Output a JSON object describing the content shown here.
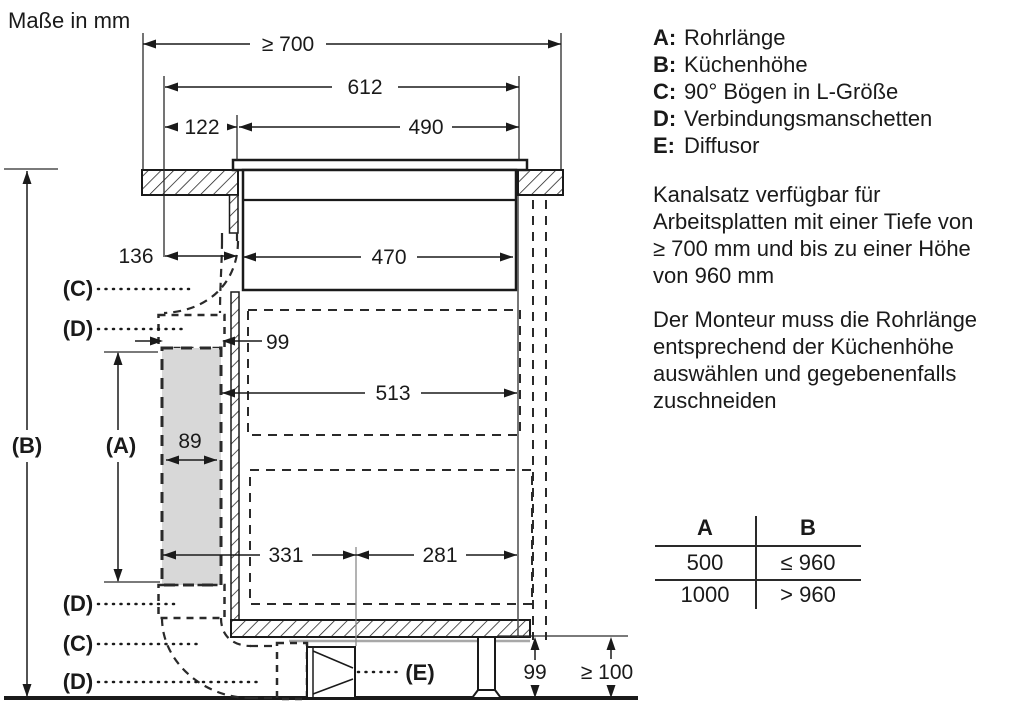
{
  "title": "Maße in mm",
  "legend": {
    "items": [
      {
        "key": "A:",
        "label": "Rohrlänge"
      },
      {
        "key": "B:",
        "label": "Küchenhöhe"
      },
      {
        "key": "C:",
        "label": "90° Bögen in L-Größe"
      },
      {
        "key": "D:",
        "label": "Verbindungsmanschetten"
      },
      {
        "key": "E:",
        "label": "Diffusor"
      }
    ]
  },
  "notes": {
    "availability": [
      "Kanalsatz verfügbar für",
      "Arbeitsplatten mit einer Tiefe von",
      "≥ 700 mm und bis zu einer Höhe",
      "von 960 mm"
    ],
    "installer": [
      "Der Monteur muss die Rohrlänge",
      "entsprechend der Küchenhöhe",
      "auswählen und gegebenenfalls",
      "zuschneiden"
    ]
  },
  "table": {
    "col_a": "A",
    "col_b": "B",
    "rows": [
      {
        "a": "500",
        "b": "≤ 960"
      },
      {
        "a": "1000",
        "b": "> 960"
      }
    ]
  },
  "dims": {
    "depth": "≥ 700",
    "hob_width": "612",
    "left_offset": "122",
    "cutout": "490",
    "front_clearance": "136",
    "hob_body": "470",
    "duct_outer": "99",
    "interior_width": "513",
    "duct_inner": "89",
    "bottom_left": "331",
    "bottom_right": "281",
    "plinth_gap": "99",
    "plinth_min": "≥ 100",
    "ref_a": "(A)",
    "ref_b": "(B)",
    "ref_c": "(C)",
    "ref_d": "(D)",
    "ref_e": "(E)"
  },
  "colors": {
    "line": "#1a1a1a",
    "duct_fill": "#d8d8d8",
    "shadow": "#a8a8a8"
  }
}
